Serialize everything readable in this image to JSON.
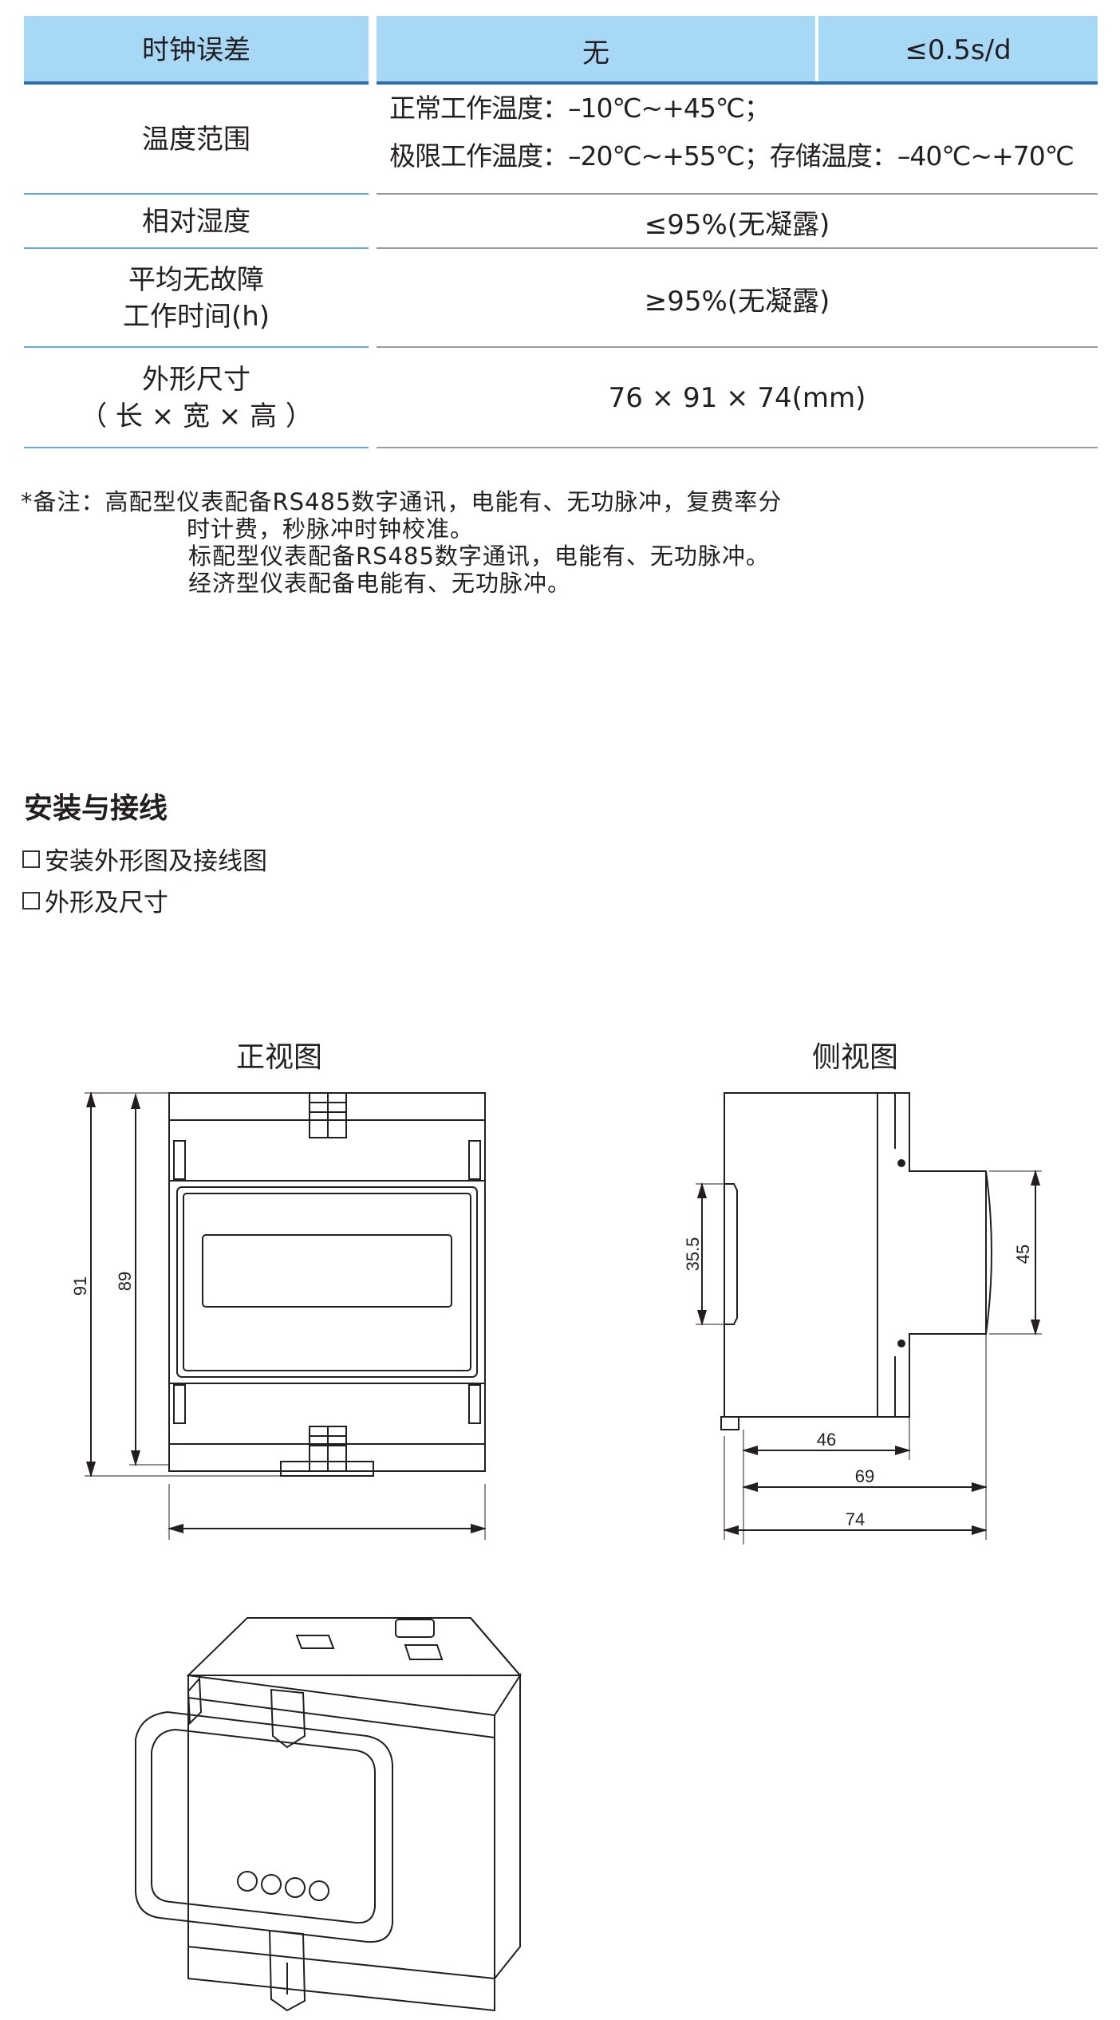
{
  "table": {
    "header": {
      "label": "时钟误差",
      "value1": "无",
      "value2": "≤0.5s/d"
    },
    "rows": [
      {
        "label_lines": [
          "温度范围"
        ],
        "value_lines": [
          "正常工作温度：–10℃~+45℃；",
          "极限工作温度：–20℃~+55℃；存储温度：–40℃~+70℃"
        ]
      },
      {
        "label_lines": [
          "相对湿度"
        ],
        "value_lines": [
          "≤95%(无凝露)"
        ]
      },
      {
        "label_lines": [
          "平均无故障",
          "工作时间(h)"
        ],
        "value_lines": [
          "≥95%(无凝露)"
        ]
      },
      {
        "label_lines": [
          "外形尺寸",
          "（ 长 × 宽 × 高 ）"
        ],
        "value_lines": [
          "76 × 91 × 74(mm)"
        ]
      }
    ]
  },
  "note": {
    "lines": [
      "*备注：高配型仪表配备RS485数字通讯，电能有、无功脉冲，复费率分",
      "时计费，秒脉冲时钟校准。",
      "标配型仪表配备RS485数字通讯，电能有、无功脉冲。",
      "经济型仪表配备电能有、无功脉冲。"
    ]
  },
  "section": {
    "title": "安装与接线",
    "bullets": [
      "安装外形图及接线图",
      "外形及尺寸"
    ]
  },
  "front_view": {
    "title": "正视图",
    "dims": {
      "outer_height": "91",
      "inner_height": "89"
    }
  },
  "side_view": {
    "title": "侧视图",
    "dims": {
      "rail": "35.5",
      "right_height": "45",
      "depth1": "46",
      "depth2": "69",
      "depth3": "74"
    }
  },
  "colors": {
    "header_bg": "#a7d8f5",
    "header_line": "#2d6ea8",
    "row_line_left": "#6aa7d2",
    "row_line_right": "#9a9a9a",
    "drawing": "#231f20"
  }
}
